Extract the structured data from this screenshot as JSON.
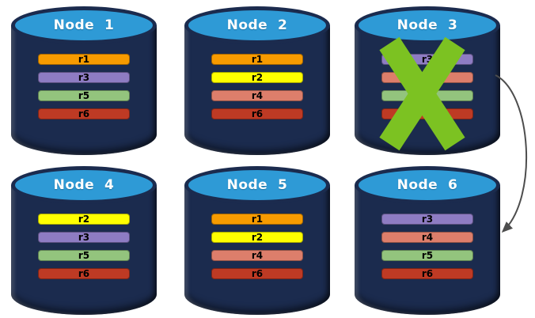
{
  "diagram": {
    "description": "Six database nodes with replicated partitions; Node 3 failed, arrow to Node 6",
    "node_style": {
      "top_color": "#2E9AD6",
      "body_color": "#1B2B4E",
      "title_color": "#FFFFFF"
    },
    "failure_mark": {
      "shape": "x-cross",
      "color": "#7CC222",
      "over_node": "Node  3"
    },
    "arrow": {
      "from": "Node  3",
      "to": "Node  6",
      "color": "#4D4D4D"
    },
    "nodes": [
      {
        "label": "Node  1",
        "failed": false,
        "replicas": [
          {
            "label": "r1",
            "color": "#F79B00"
          },
          {
            "label": "r3",
            "color": "#8E7CC3"
          },
          {
            "label": "r5",
            "color": "#93C47D"
          },
          {
            "label": "r6",
            "color": "#BE3A24"
          }
        ]
      },
      {
        "label": "Node  2",
        "failed": false,
        "replicas": [
          {
            "label": "r1",
            "color": "#F79B00"
          },
          {
            "label": "r2",
            "color": "#FFFF00"
          },
          {
            "label": "r4",
            "color": "#DD7E6B"
          },
          {
            "label": "r6",
            "color": "#BE3A24"
          }
        ]
      },
      {
        "label": "Node  3",
        "failed": true,
        "replicas": [
          {
            "label": "r3",
            "color": "#8E7CC3"
          },
          {
            "label": "",
            "color": "#DD7E6B"
          },
          {
            "label": "",
            "color": "#93C47D"
          },
          {
            "label": "",
            "color": "#BE3A24"
          }
        ]
      },
      {
        "label": "Node  4",
        "failed": false,
        "replicas": [
          {
            "label": "r2",
            "color": "#FFFF00"
          },
          {
            "label": "r3",
            "color": "#8E7CC3"
          },
          {
            "label": "r5",
            "color": "#93C47D"
          },
          {
            "label": "r6",
            "color": "#BE3A24"
          }
        ]
      },
      {
        "label": "Node  5",
        "failed": false,
        "replicas": [
          {
            "label": "r1",
            "color": "#F79B00"
          },
          {
            "label": "r2",
            "color": "#FFFF00"
          },
          {
            "label": "r4",
            "color": "#DD7E6B"
          },
          {
            "label": "r6",
            "color": "#BE3A24"
          }
        ]
      },
      {
        "label": "Node  6",
        "failed": false,
        "replicas": [
          {
            "label": "r3",
            "color": "#8E7CC3"
          },
          {
            "label": "r4",
            "color": "#DD7E6B"
          },
          {
            "label": "r5",
            "color": "#93C47D"
          },
          {
            "label": "r6",
            "color": "#BE3A24"
          }
        ]
      }
    ]
  }
}
